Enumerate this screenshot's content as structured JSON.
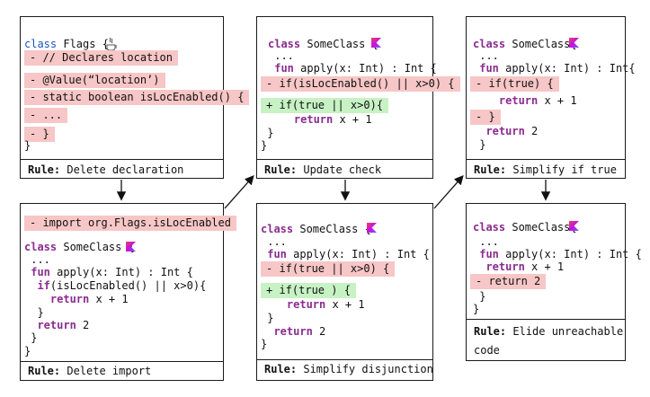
{
  "boxes": [
    {
      "id": "flags",
      "lines": [
        {
          "kw": "class",
          "rest": " Flags {"
        },
        {
          "text": "- // Declares location"
        },
        {
          "text": "- @Value(“location’)"
        },
        {
          "text": "- static boolean isLocEnabled() {"
        },
        {
          "text": "- ..."
        },
        {
          "text": "- }"
        },
        {
          "text": "}"
        }
      ],
      "rule_label": "Rule:",
      "rule_text": " Delete declaration"
    },
    {
      "id": "delete-import",
      "lines": [
        {
          "text": "- import org.Flags.isLocEnabled"
        },
        {
          "kw": "class",
          "rest": " SomeClass {"
        },
        {
          "text": " ..."
        },
        {
          "kw": " fun",
          "rest": " apply(x: Int) : Int {"
        },
        {
          "kw": "  if",
          "rest": "(isLocEnabled() || x>0){"
        },
        {
          "kw": "    return",
          "rest": " x + 1"
        },
        {
          "text": "  }"
        },
        {
          "kw": "  return",
          "rest": " 2"
        },
        {
          "text": " }"
        },
        {
          "text": "}"
        }
      ],
      "rule_label": "Rule:",
      "rule_text": " Delete import"
    },
    {
      "id": "update-check",
      "lines": [
        {
          "kw": "class",
          "rest": " SomeClass {"
        },
        {
          "text": " ..."
        },
        {
          "kw": " fun",
          "rest": " apply(x: Int) : Int {"
        },
        {
          "text": "- if(isLocEnabled() || x>0) {"
        },
        {
          "text": "+ if(true || x>0){"
        },
        {
          "kw": "    return",
          "rest": " x + 1"
        },
        {
          "text": " }"
        },
        {
          "text": "}"
        }
      ],
      "rule_label": "Rule:",
      "rule_text": " Update check"
    },
    {
      "id": "simplify-disjunction",
      "lines": [
        {
          "kw": "class",
          "rest": " SomeClass {"
        },
        {
          "text": " ..."
        },
        {
          "kw": " fun",
          "rest": " apply(x: Int) : Int {"
        },
        {
          "text": "- if(true || x>0) {"
        },
        {
          "text": "+ if(true ) {"
        },
        {
          "kw": "    return",
          "rest": " x + 1"
        },
        {
          "text": " }"
        },
        {
          "kw": "  return",
          "rest": " 2"
        },
        {
          "text": "}"
        }
      ],
      "rule_label": "Rule:",
      "rule_text": " Simplify disjunction"
    },
    {
      "id": "simplify-if-true",
      "lines": [
        {
          "kw": "class",
          "rest": " SomeClass{"
        },
        {
          "text": " ..."
        },
        {
          "kw": " fun",
          "rest": " apply(x: Int) : Int{"
        },
        {
          "text": "- if(true) {"
        },
        {
          "kw": "    return",
          "rest": " x + 1"
        },
        {
          "text": "- }"
        },
        {
          "kw": "  return",
          "rest": " 2"
        },
        {
          "text": " }"
        }
      ],
      "rule_label": "Rule:",
      "rule_text": " Simplify if true"
    },
    {
      "id": "elide-unreachable",
      "lines": [
        {
          "kw": "class",
          "rest": " SomeClass{"
        },
        {
          "text": " ..."
        },
        {
          "kw": " fun",
          "rest": " apply(x: Int) : Int {"
        },
        {
          "kw": "  return",
          "rest": " x + 1"
        },
        {
          "text": "- return 2"
        },
        {
          "text": " }"
        },
        {
          "text": "}"
        }
      ],
      "rule_label": "Rule:",
      "rule_text": " Elide unreachable",
      "rule_text2": "code"
    }
  ],
  "colors": {
    "deleted": "#f7c6c6",
    "added": "#c7f2c4",
    "keyword_blue": "#1f55b8",
    "keyword_purple": "#8a2c8f"
  },
  "icons": {
    "java": "java-icon",
    "kotlin": "kotlin-icon"
  }
}
